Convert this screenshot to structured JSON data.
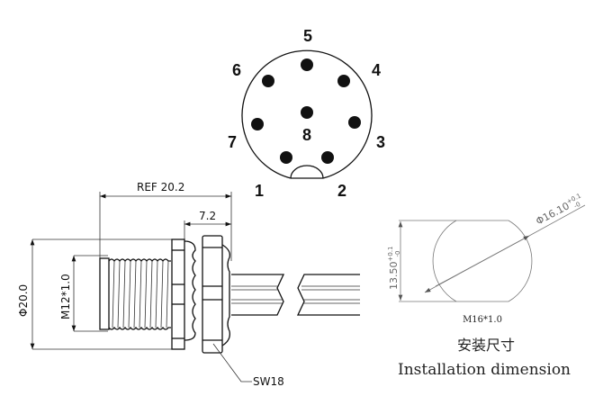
{
  "pin_diagram": {
    "pins": [
      "1",
      "2",
      "3",
      "4",
      "5",
      "6",
      "7",
      "8"
    ]
  },
  "side_view": {
    "ref_length": "REF 20.2",
    "nut_length": "7.2",
    "outer_diameter": "Φ20.0",
    "thread": "M12*1.0",
    "wrench_size": "SW18"
  },
  "installation": {
    "flat_width": "13.50",
    "flat_tol_plus": "+0.1",
    "flat_tol_minus": "-0",
    "diameter": "Φ16.10",
    "dia_tol_plus": "+0.1",
    "dia_tol_minus": "-0",
    "thread": "M16*1.0",
    "title_cn": "安装尺寸",
    "title_en": "Installation dimension"
  }
}
